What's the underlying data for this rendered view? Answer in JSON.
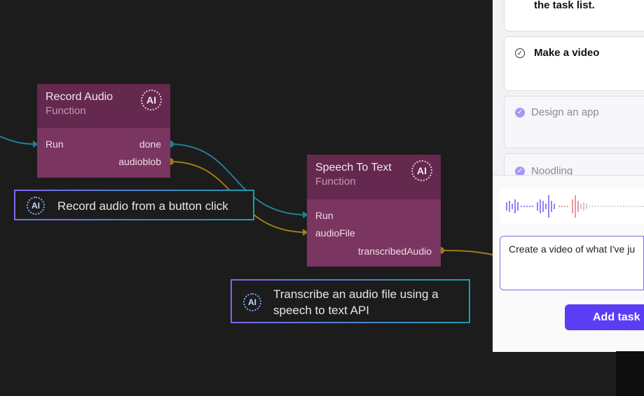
{
  "nodes": {
    "record": {
      "title": "Record Audio",
      "subtitle": "Function",
      "badge": "AI",
      "inputs": [
        "Run"
      ],
      "outputs": [
        "done",
        "audioblob"
      ]
    },
    "speech": {
      "title": "Speech To Text",
      "subtitle": "Function",
      "badge": "AI",
      "inputs": [
        "Run",
        "audioFile"
      ],
      "outputs": [
        "transcribedAudio"
      ]
    }
  },
  "prompts": [
    {
      "badge": "AI",
      "text": "Record audio from a button click"
    },
    {
      "badge": "AI",
      "line1": "Transcribe an audio file using a",
      "line2": "speech to text API"
    }
  ],
  "tasks": {
    "partial_text": "the task list.",
    "items": [
      {
        "label": "Make a video",
        "done": false
      },
      {
        "label": "Design an app",
        "done": true
      },
      {
        "label": "Noodling",
        "done": true
      }
    ]
  },
  "composer": {
    "input_value": "Create a video of what I've ju",
    "add_label": "Add task"
  },
  "colors": {
    "canvas_bg": "#1c1c1c",
    "node_body": "#7a3560",
    "node_header": "#65284f",
    "wire_done": "#1f7f96",
    "wire_audio": "#a07a1a",
    "accent": "#5b3df5"
  }
}
